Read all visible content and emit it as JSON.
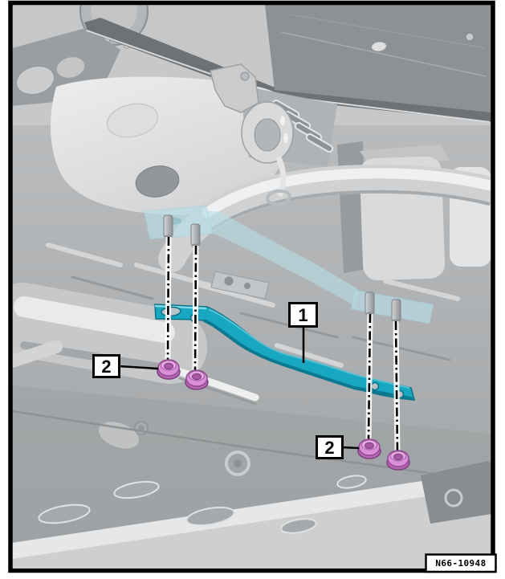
{
  "figure": {
    "code": "N66-10948",
    "callouts": [
      {
        "label": "1",
        "target": "cross-member"
      },
      {
        "label": "2",
        "target": "mounting-nuts-left"
      },
      {
        "label": "2",
        "target": "mounting-nuts-right"
      }
    ],
    "colors": {
      "part_highlight": "#18a7c1",
      "part_ghost": "#b6dde6",
      "fastener_pink": "#db8fd8",
      "frame": "#000000"
    }
  }
}
